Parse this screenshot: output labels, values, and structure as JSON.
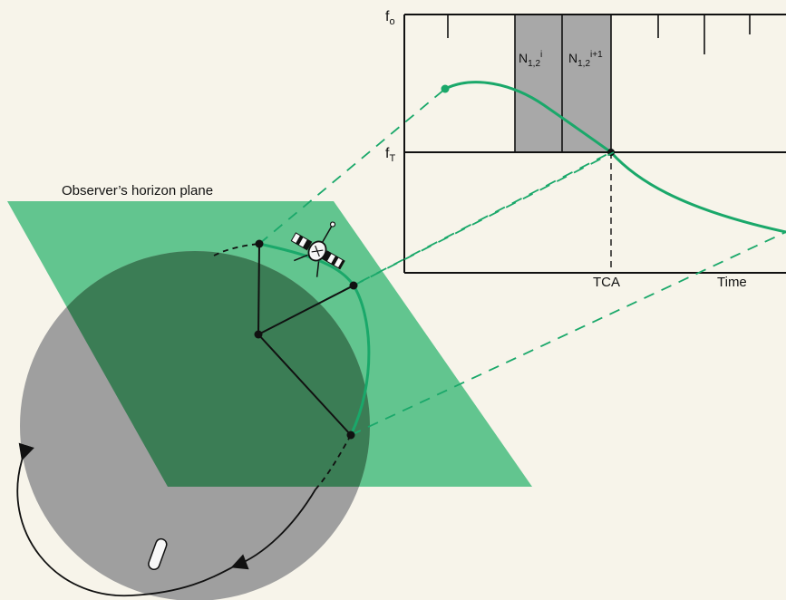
{
  "diagram": {
    "horizon_label": "Observer’s horizon plane",
    "axis_f0": "f",
    "axis_f0_sub": "o",
    "axis_fT": "f",
    "axis_fT_sub": "T",
    "interval_1_main": "N",
    "interval_1_sub": "1,2",
    "interval_1_sup": "i",
    "interval_2_main": "N",
    "interval_2_sub": "1,2",
    "interval_2_sup": "i+1",
    "tca_label": "TCA",
    "time_label": "Time"
  },
  "colors": {
    "background": "#f7f4ea",
    "horizon_plane": "#62c58f",
    "earth": "#9f9f9f",
    "overlap": "#3b7d55",
    "curve": "#1aa86a",
    "shaded_interval": "#a8a8a8",
    "line": "#111111"
  }
}
